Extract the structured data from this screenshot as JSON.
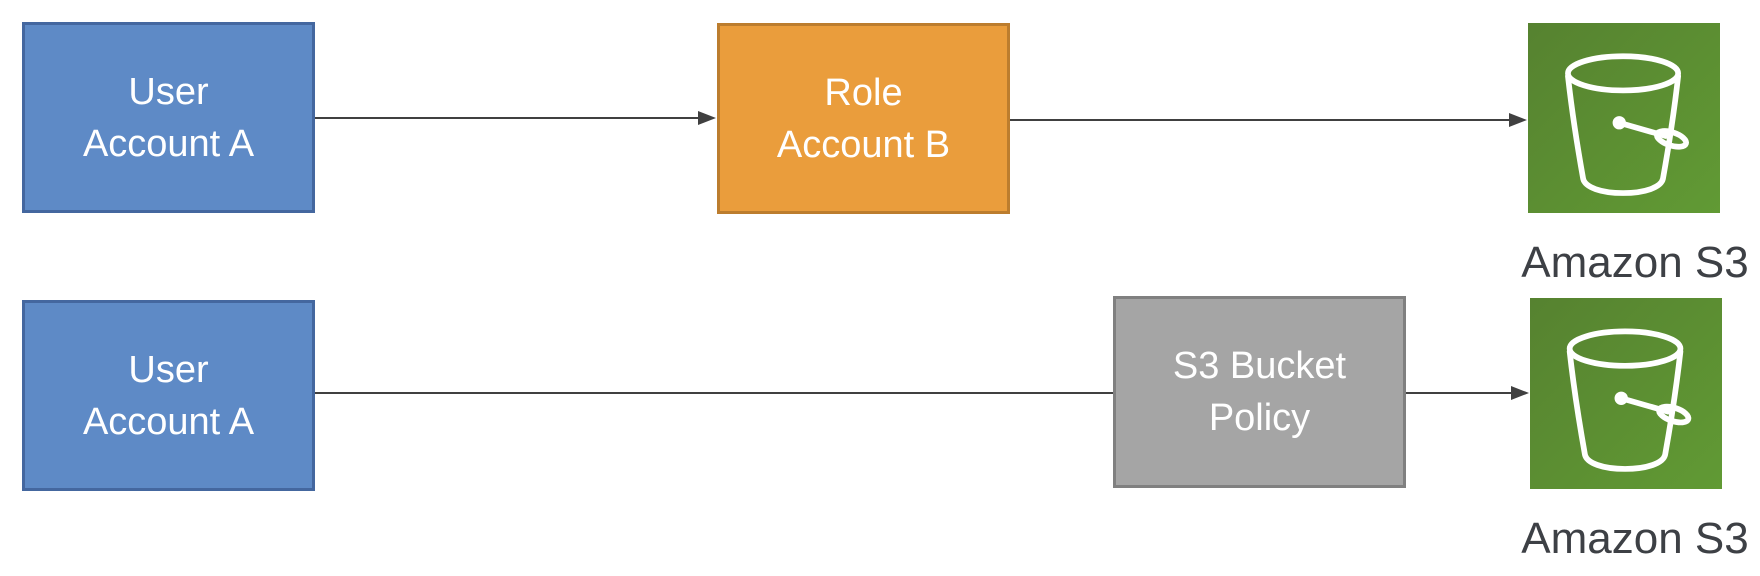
{
  "colors": {
    "user_box_fill": "#5E8AC6",
    "user_box_border": "#44679F",
    "role_box_fill": "#EA9D3C",
    "role_box_border": "#BC7D2E",
    "policy_box_fill": "#A5A5A5",
    "policy_box_border": "#808080",
    "s3_green_dark": "#568230",
    "s3_green_light": "#619A34",
    "connector": "#404040",
    "box_text": "#FFFFFF",
    "label_text": "#3D4045"
  },
  "nodes": {
    "user_account_a_row1": {
      "line1": "User",
      "line2": "Account A"
    },
    "role_account_b": {
      "line1": "Role",
      "line2": "Account B"
    },
    "user_account_a_row2": {
      "line1": "User",
      "line2": "Account A"
    },
    "s3_bucket_policy": {
      "line1": "S3 Bucket",
      "line2": "Policy"
    }
  },
  "icons": {
    "s3_row1": {
      "name": "amazon-s3-bucket-icon",
      "caption": "Amazon S3"
    },
    "s3_row2": {
      "name": "amazon-s3-bucket-icon",
      "caption": "Amazon S3"
    }
  }
}
